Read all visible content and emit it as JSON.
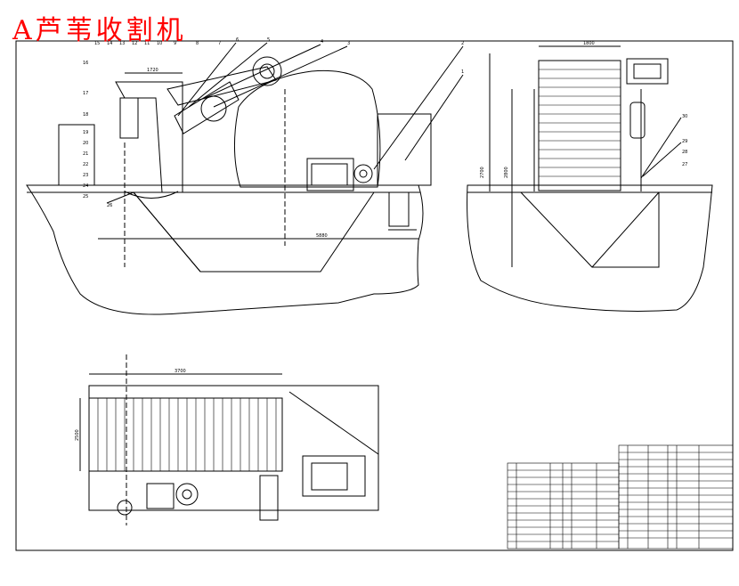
{
  "title": "A芦苇收割机",
  "callouts": {
    "top_left": [
      "16",
      "15",
      "14",
      "13",
      "12",
      "11",
      "10",
      "9",
      "8",
      "7",
      "6",
      "5",
      "4",
      "3"
    ],
    "left_side": [
      "17",
      "18",
      "19",
      "20",
      "21",
      "22",
      "23",
      "24",
      "25",
      "26"
    ],
    "top_right": [
      "2",
      "1"
    ],
    "right_view": [
      "30",
      "29",
      "28",
      "27"
    ]
  },
  "dimensions": {
    "side_length": "5880",
    "side_height": "2700",
    "front_width": "1800",
    "front_height": "2800",
    "plan_length": "3700",
    "plan_width": "2500",
    "top_span": "1720"
  },
  "colors": {
    "line": "#000000",
    "title": "#ff0000",
    "background": "#ffffff"
  }
}
